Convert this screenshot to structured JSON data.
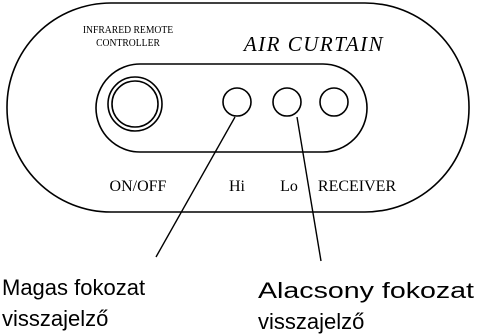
{
  "panel": {
    "brand_line1": "INFRARED REMOTE",
    "brand_line2": "CONTROLLER",
    "title": "AIR CURTAIN"
  },
  "buttons": [
    {
      "id": "on-off",
      "label": "ON/OFF"
    },
    {
      "id": "hi",
      "label": "Hi"
    },
    {
      "id": "lo",
      "label": "Lo"
    },
    {
      "id": "receiver",
      "label": "RECEIVER"
    }
  ],
  "callouts": {
    "high_line1": "Magas fokozat",
    "high_line2": "visszajelző",
    "low_line1": "Alacsony fokozat",
    "low_line2": "visszajelző"
  },
  "colors": {
    "stroke": "#000000",
    "background": "#ffffff"
  }
}
